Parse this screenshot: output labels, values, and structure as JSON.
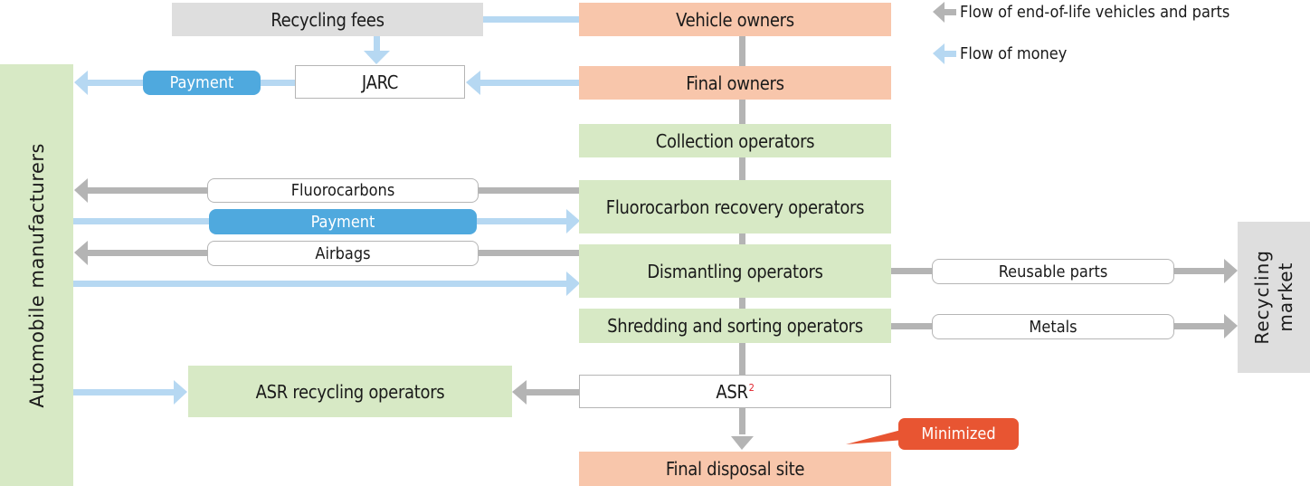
{
  "legend": [
    {
      "label": "Flow of end-of-life vehicles and parts",
      "color": "#b4b4b4"
    },
    {
      "label": "Flow of money",
      "color": "#b6d8f2"
    }
  ],
  "colors": {
    "owner_box": "#f8c6ab",
    "operator_box": "#d7e9c5",
    "neutral_box": "#dedede",
    "payment_pill": "#4fa9de",
    "goods_arrow": "#b4b4b4",
    "money_arrow": "#b6d8f2",
    "callout": "#e85532",
    "footnote_mark": "#e0202a"
  },
  "nodes": {
    "recycling_fees": "Recycling fees",
    "vehicle_owners": "Vehicle owners",
    "jarc": "JARC",
    "final_owners": "Final owners",
    "automobile_manufacturers": "Automobile manufacturers",
    "collection_operators": "Collection operators",
    "fluorocarbon_recovery_operators": "Fluorocarbon recovery operators",
    "dismantling_operators": "Dismantling operators",
    "shredding_sorting_operators": "Shredding and sorting operators",
    "asr": "ASR",
    "asr_footnote": "2",
    "asr_recycling_operators": "ASR recycling operators",
    "final_disposal_site": "Final disposal site",
    "recycling_market_line1": "Recycling",
    "recycling_market_line2": "market"
  },
  "flow_labels": {
    "payment_jarc": "Payment",
    "fluorocarbons": "Fluorocarbons",
    "payment_fluorocarbon": "Payment",
    "airbags": "Airbags",
    "reusable_parts": "Reusable parts",
    "metals": "Metals"
  },
  "callout": {
    "label": "Minimized"
  }
}
